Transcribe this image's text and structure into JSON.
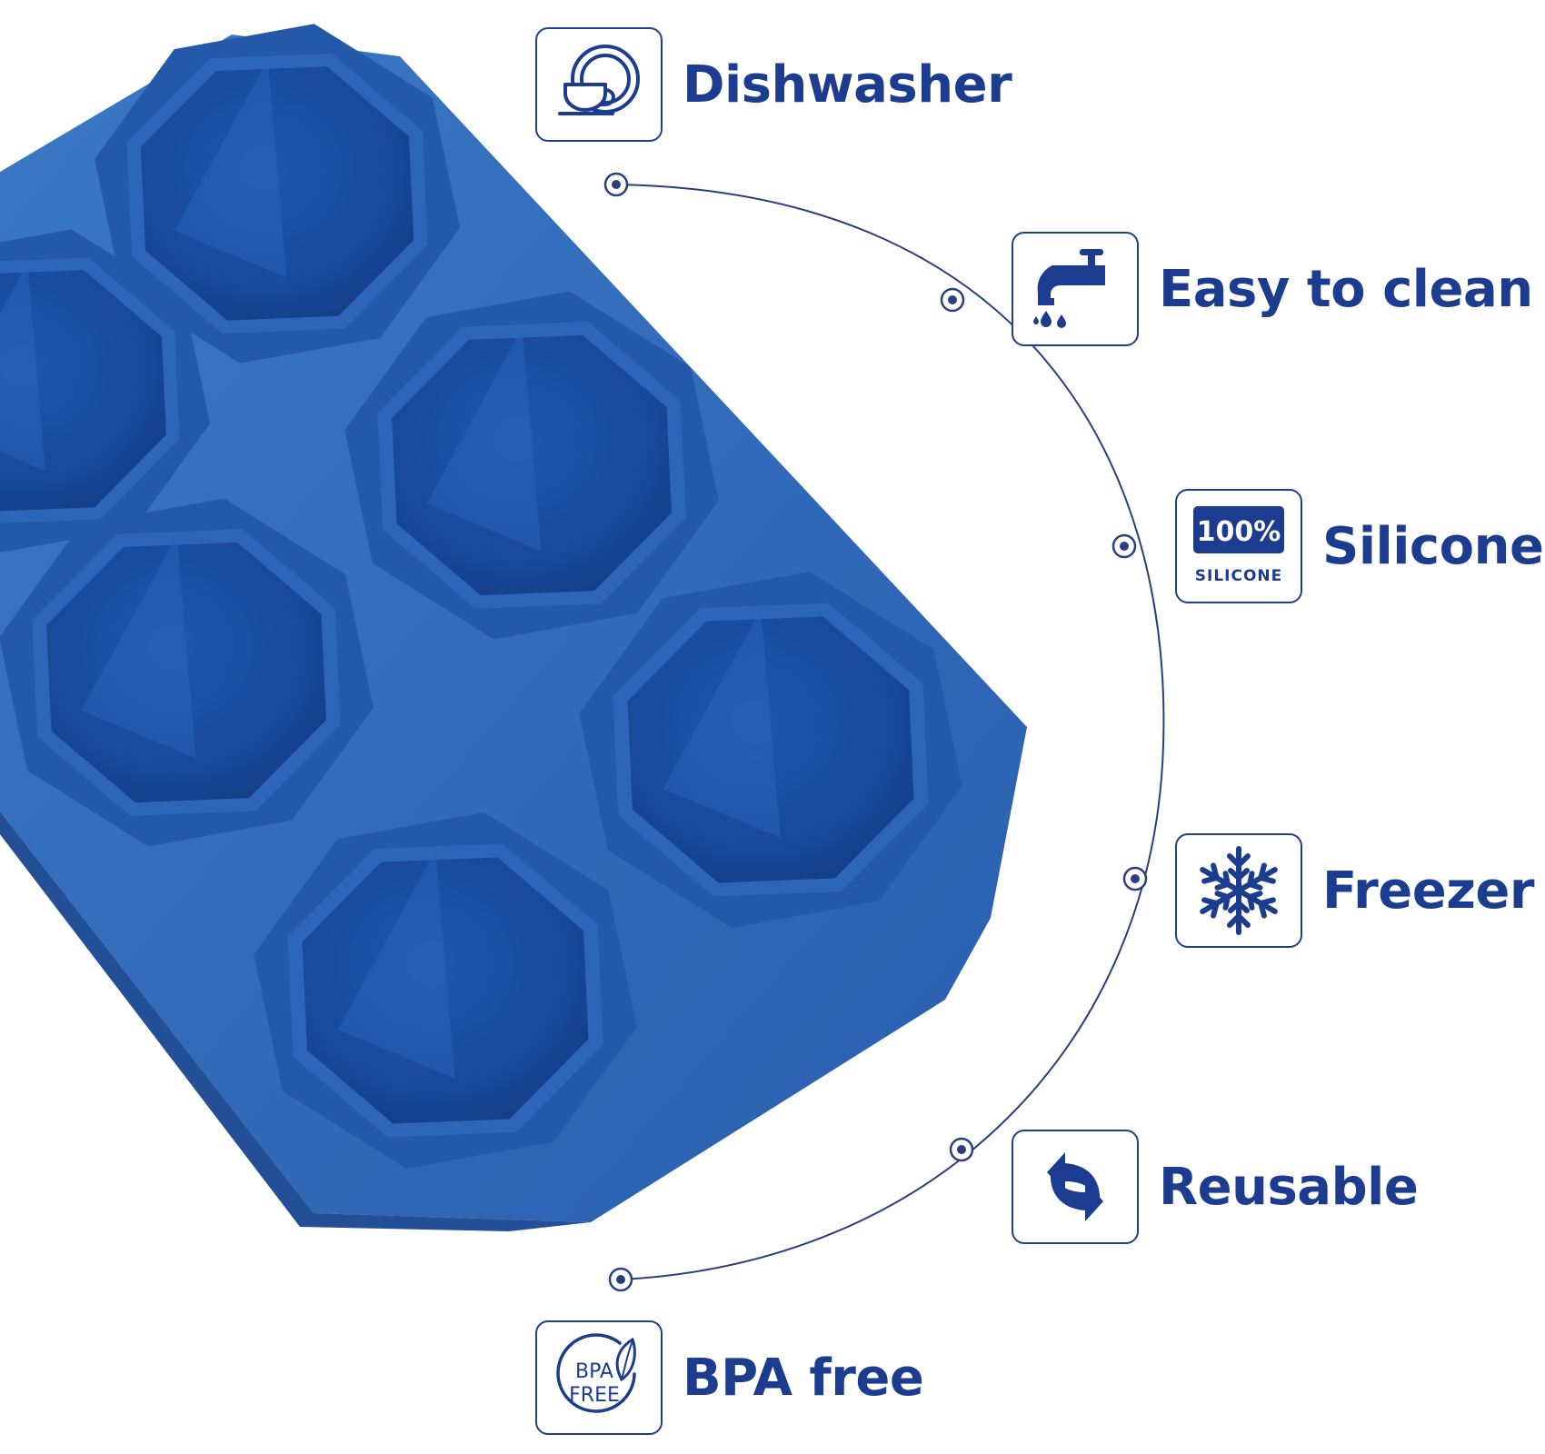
{
  "colors": {
    "accent": "#1c3d8f",
    "tray": "#2f68b7",
    "tray_cavity": "#1d4f9f"
  },
  "tray_image": {
    "icon": "hexagon-ice-tray-image"
  },
  "features": [
    {
      "id": "dishwasher",
      "label": "Dishwasher",
      "icon": "dishwasher-dishes-icon"
    },
    {
      "id": "easy-to-clean",
      "label": "Easy to clean",
      "icon": "faucet-icon"
    },
    {
      "id": "silicone",
      "label": "Silicone",
      "icon": "silicone-badge-icon",
      "badge_top": "100%",
      "badge_bottom": "SILICONE"
    },
    {
      "id": "freezer",
      "label": "Freezer",
      "icon": "snowflake-icon"
    },
    {
      "id": "reusable",
      "label": "Reusable",
      "icon": "recycle-arrows-icon"
    },
    {
      "id": "bpa-free",
      "label": "BPA free",
      "icon": "bpa-free-leaf-icon",
      "badge_line1": "BPA",
      "badge_line2": "FREE"
    }
  ]
}
